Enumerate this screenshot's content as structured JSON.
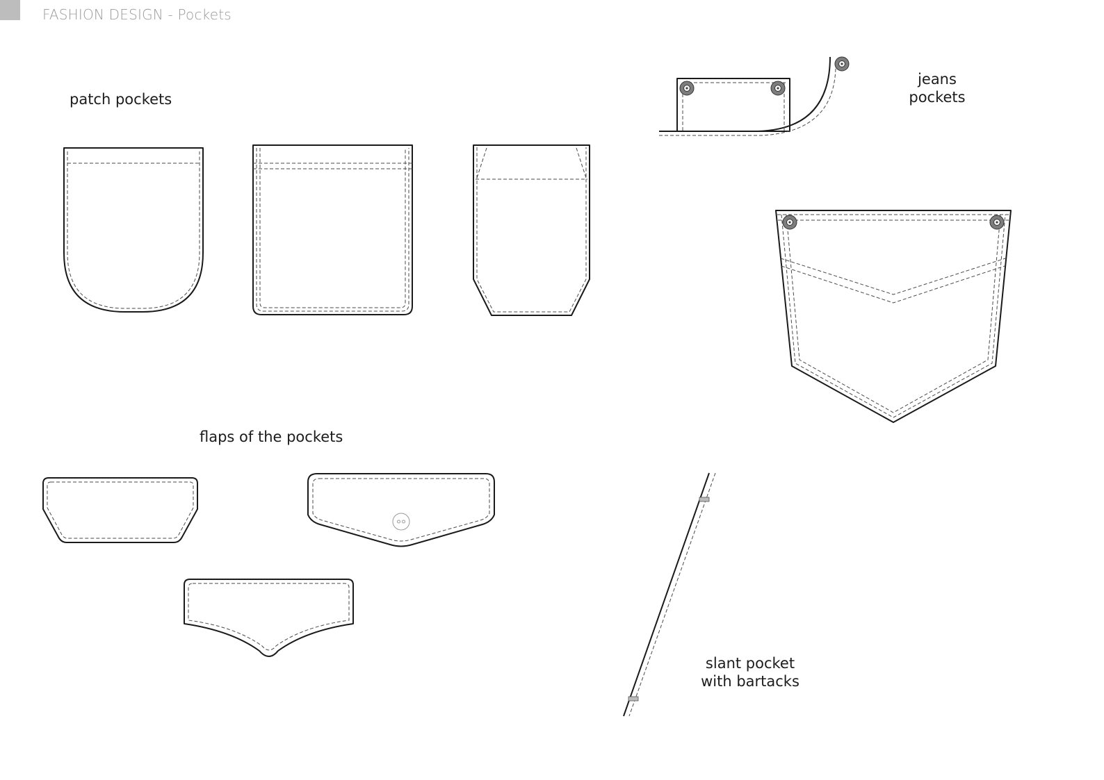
{
  "header": {
    "title_main": "FASHION DESIGN",
    "title_separator": " - ",
    "title_sub": "Pockets",
    "accent_color": "#bdbdbd"
  },
  "labels": {
    "patch_pockets": "patch pockets",
    "flaps": "flaps of the pockets",
    "jeans_line1": "jeans",
    "jeans_line2": "pockets",
    "slant_line1": "slant pocket",
    "slant_line2": "with bartacks"
  },
  "colors": {
    "outline": "#1a1a1a",
    "stitching": "#4a4a4a",
    "rivet": "#7d7d7d"
  }
}
